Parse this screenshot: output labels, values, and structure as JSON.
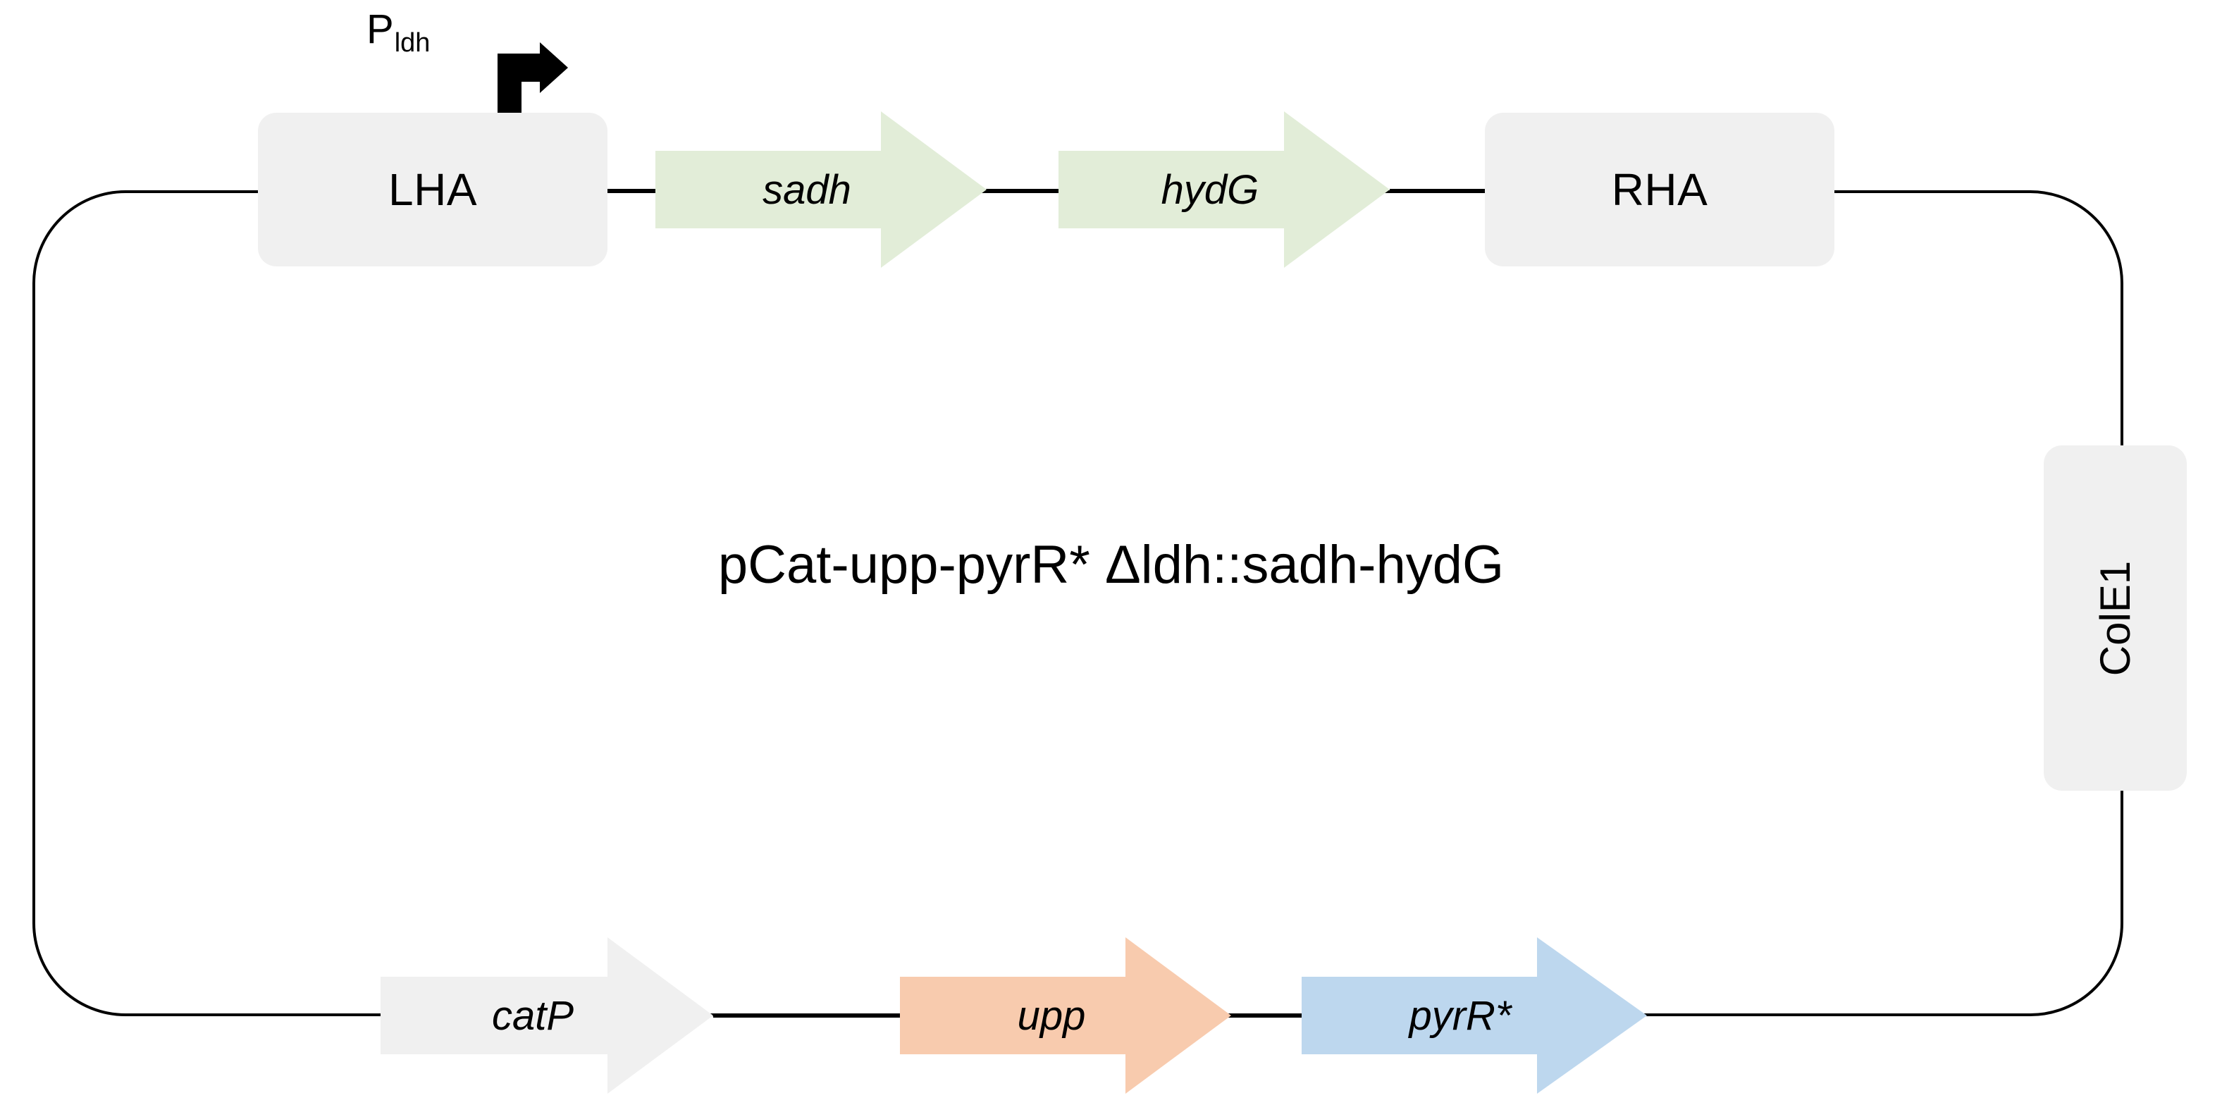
{
  "diagram": {
    "kind": "plasmid-map",
    "title": "pCat-upp-pyrR* Δldh::sadh-hydG",
    "backbone_color": "#000000",
    "background": "#ffffff"
  },
  "promoter": {
    "label_main": "P",
    "label_sub": "ldh",
    "icon": "bent-arrow-promoter-icon",
    "color": "#000000"
  },
  "homology_arms": [
    {
      "id": "lha",
      "label": "LHA",
      "color": "#f0f0f0"
    },
    {
      "id": "rha",
      "label": "RHA",
      "color": "#f0f0f0"
    }
  ],
  "origin": {
    "id": "colE1",
    "label": "ColE1",
    "color": "#f0f0f0",
    "orientation": "vertical"
  },
  "genes_top": [
    {
      "id": "sadh",
      "label": "sadh",
      "color": "#e2edd8",
      "direction": "right"
    },
    {
      "id": "hydG",
      "label": "hydG",
      "color": "#e2edd8",
      "direction": "right"
    }
  ],
  "genes_bottom": [
    {
      "id": "catP",
      "label": "catP",
      "color": "#f0f0f0",
      "direction": "right"
    },
    {
      "id": "upp",
      "label": "upp",
      "color": "#f8cbae",
      "direction": "right"
    },
    {
      "id": "pyrR",
      "label": "pyrR*",
      "color": "#bdd7ee",
      "direction": "right"
    }
  ]
}
